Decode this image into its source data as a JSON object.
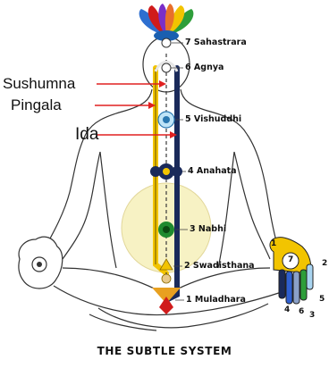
{
  "title": "THE SUBTLE SYSTEM",
  "channels": {
    "sushumna": "Sushumna",
    "pingala": "Pingala",
    "ida": "Ida"
  },
  "chakras": [
    {
      "label": "7 Sahastrara"
    },
    {
      "label": "6 Agnya"
    },
    {
      "label": "5 Vishuddhi"
    },
    {
      "label": "4 Anahata"
    },
    {
      "label": "3 Nabhi"
    },
    {
      "label": "2 Swadisthana"
    },
    {
      "label": "1 Muladhara"
    }
  ],
  "hand_numbers": [
    "1",
    "7",
    "2",
    "4",
    "6",
    "3",
    "5"
  ],
  "colors": {
    "arrow": "#e02020",
    "channel_yellow": "#f2c400",
    "channel_dark": "#1a2a5a",
    "nabhi_circle": "#f7f2c4"
  }
}
